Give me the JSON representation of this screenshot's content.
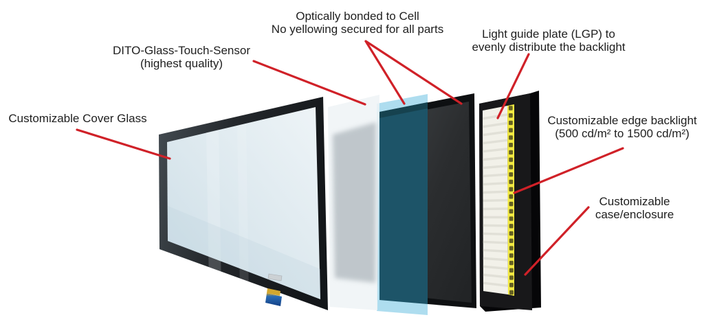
{
  "labels": {
    "optical_bonding": "Optically bonded to Cell\nNo yellowing secured for all parts",
    "touch_sensor": "DITO-Glass-Touch-Sensor\n(highest quality)",
    "lgp": "Light guide plate (LGP) to\nevenly distribute the backlight",
    "cover_glass": "Customizable Cover Glass",
    "edge_backlight": "Customizable edge backlight\n(500 cd/m² to 1500 cd/m²)",
    "case": "Customizable\ncase/enclosure"
  },
  "colors": {
    "leader_line": "#d02128",
    "text": "#1e1e1e",
    "cover_bezel": "#22262a",
    "cover_glass_tint": "#d9e7ee",
    "sensor_glass": "#eff4f6",
    "bonding_layer": "#a8daee",
    "bonding_over_cell": "#1d5468",
    "cell_dark": "#26282a",
    "lgp_base": "#f2f1e9",
    "lgp_stripe": "#dbdad0",
    "led_strip": "#f3ea42",
    "led_dot": "#585420",
    "case": "#18181a"
  }
}
